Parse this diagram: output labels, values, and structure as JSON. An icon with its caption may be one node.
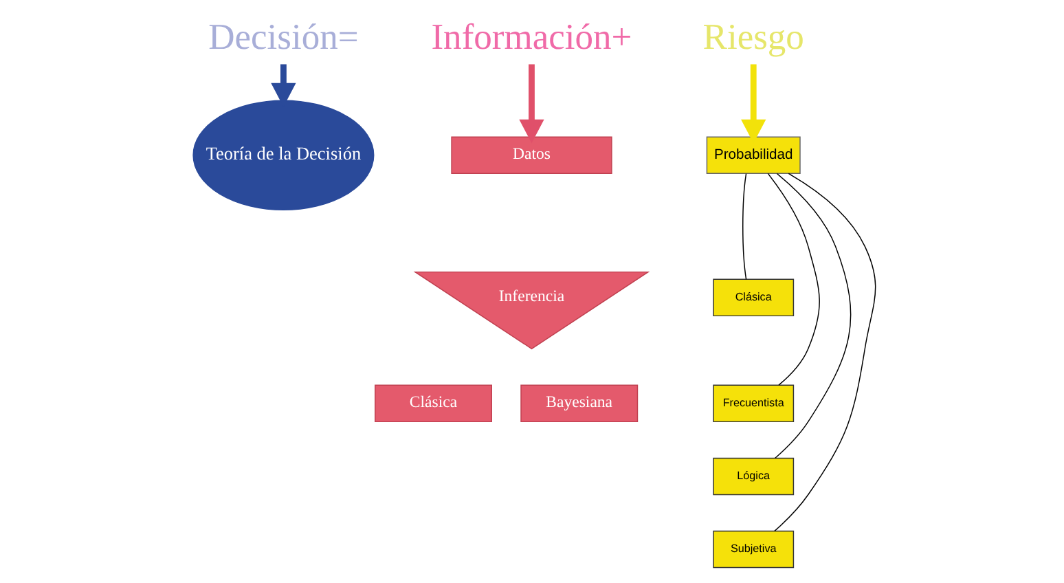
{
  "diagram": {
    "nodes": [
      {
        "text": [
          "Decisión="
        ]
      },
      {
        "text": [
          "Información+"
        ]
      },
      {
        "text": [
          "Riesgo"
        ]
      },
      {
        "text": [
          "Teoría de la Decisión"
        ]
      },
      {
        "text": [
          "Datos"
        ]
      },
      {
        "text": [
          "Inferencia"
        ]
      },
      {
        "text": [
          "Clásica"
        ]
      },
      {
        "text": [
          "Bayesiana"
        ]
      },
      {
        "text": [
          "Probabilidad"
        ]
      },
      {
        "text": [
          "Clásica"
        ]
      },
      {
        "text": [
          "Frecuentista"
        ]
      },
      {
        "text": [
          "Lógica"
        ]
      },
      {
        "text": [
          "Subjetiva"
        ]
      }
    ],
    "edges": [
      {
        "from": 0,
        "to": 3,
        "arrow": "to",
        "style": "thick",
        "color": "#2a4a9a"
      },
      {
        "from": 1,
        "to": 4,
        "arrow": "to",
        "style": "thick",
        "color": "#e0506a"
      },
      {
        "from": 2,
        "to": 8,
        "arrow": "to",
        "style": "thick",
        "color": "#f2e20a"
      },
      {
        "from": 8,
        "to": 9,
        "arrow": "none"
      },
      {
        "from": 8,
        "to": 10,
        "arrow": "none"
      },
      {
        "from": 8,
        "to": 11,
        "arrow": "none"
      },
      {
        "from": 8,
        "to": 12,
        "arrow": "none"
      }
    ]
  }
}
